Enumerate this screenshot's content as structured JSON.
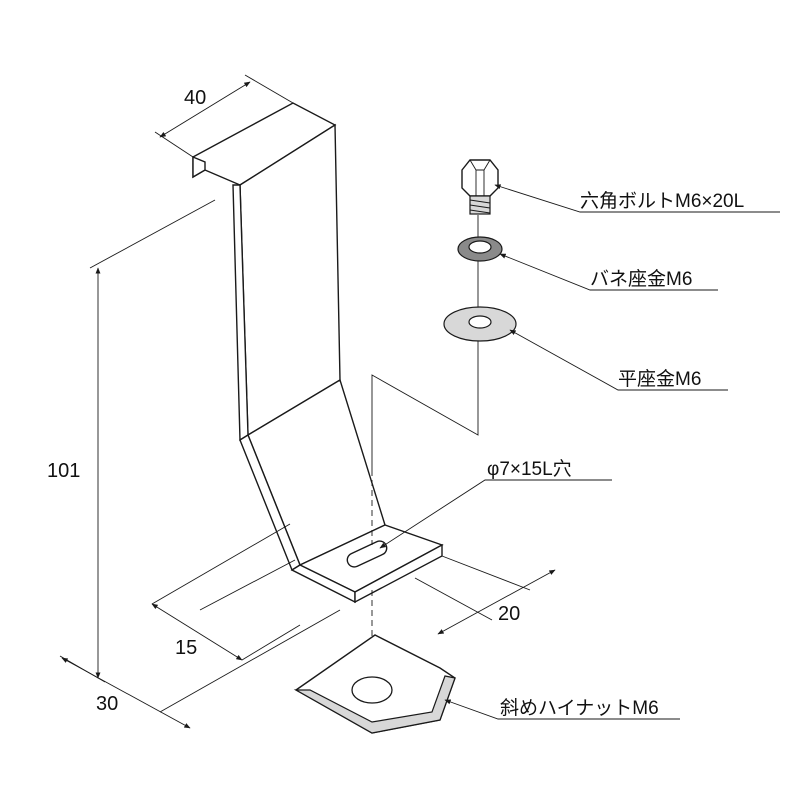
{
  "dimensions": {
    "width_top": "40",
    "height": "101",
    "depth_15": "15",
    "depth_30": "30",
    "base_20": "20"
  },
  "labels": {
    "hex_bolt": "六角ボルトM6×20L",
    "spring_washer": "バネ座金M6",
    "flat_washer": "平座金M6",
    "slot_hole": "φ7×15L穴",
    "angled_nut": "斜めハイナットM6"
  }
}
